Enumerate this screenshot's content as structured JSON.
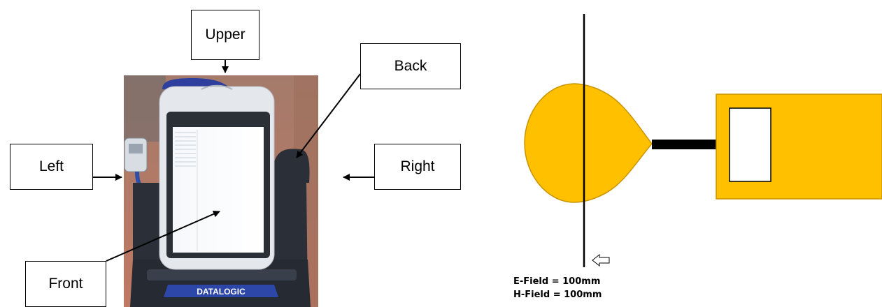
{
  "labels": {
    "upper": "Upper",
    "back": "Back",
    "left": "Left",
    "right": "Right",
    "front": "Front"
  },
  "device": {
    "brand": "DATALOGIC"
  },
  "antenna": {
    "e_field": "E-Field = 100mm",
    "h_field": "H-Field = 100mm"
  },
  "colors": {
    "antenna_fill": "#FFC000",
    "antenna_stroke": "#C99400",
    "cradle": "#2E3440",
    "device_body": "#E6E9EE",
    "device_top": "#2F3F9E",
    "background_wall": "#B97A66"
  }
}
